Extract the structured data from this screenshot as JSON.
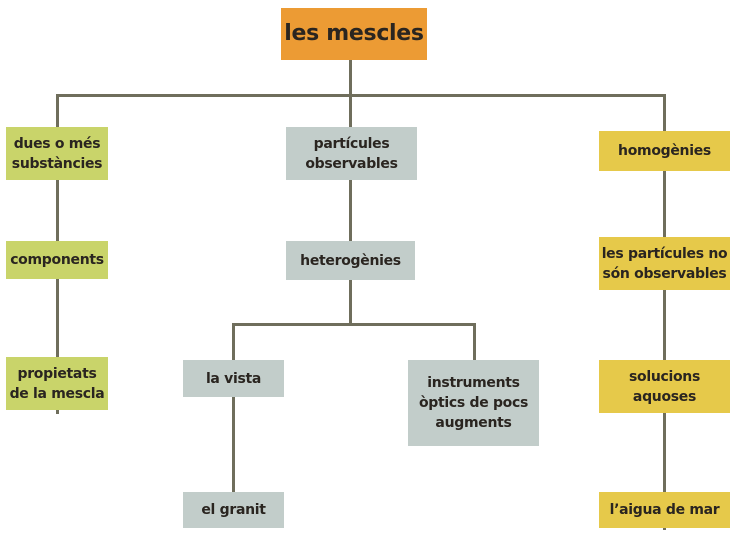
{
  "root": "les mescles",
  "left": [
    "dues o més\nsubstàncies",
    "components",
    "propietats\nde la mescla"
  ],
  "middle": [
    "partícules\nobservables",
    "heterogènies",
    "la vista",
    "el granit",
    "instruments\nòptics de pocs\naugments"
  ],
  "right": [
    "homogènies",
    "les partícules no\nsón observables",
    "solucions\naquoses",
    "l’aigua de mar"
  ],
  "colors": {
    "root": "#ec9b34",
    "green": "#c9d46a",
    "gray": "#c2cdca",
    "yellow": "#e6c94a",
    "line": "#6f6e5c"
  }
}
